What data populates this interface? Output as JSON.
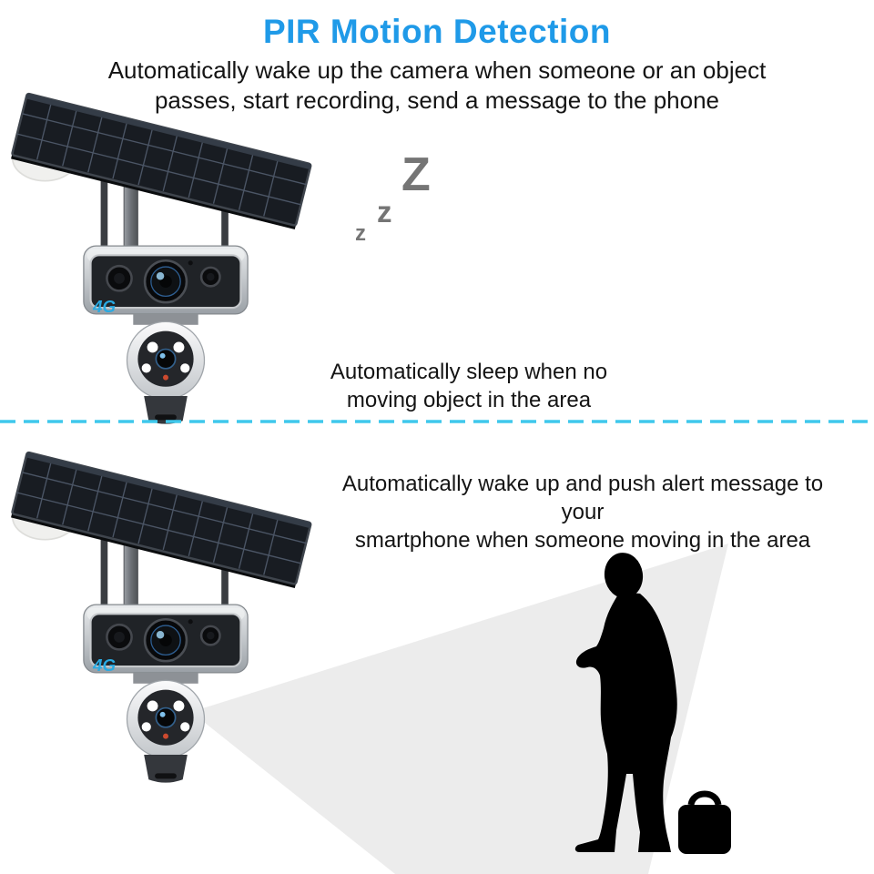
{
  "header": {
    "title": "PIR Motion Detection",
    "subtitle_line1": "Automatically wake up the camera when someone or an object",
    "subtitle_line2": "passes, start recording, send a message to the phone"
  },
  "sleep_section": {
    "z_large": "Z",
    "z_medium": "z",
    "z_small": "z",
    "caption_line1": "Automatically sleep when no",
    "caption_line2": "moving object in the area"
  },
  "alert_section": {
    "caption_line1": "Automatically wake up and push alert message to your",
    "caption_line2": "smartphone when someone moving in the area"
  },
  "camera": {
    "badge": "4G"
  },
  "colors": {
    "title_blue": "#1F9AE8",
    "divider_cyan": "#3FC8EC",
    "badge_blue": "#29AAE2",
    "beam_gray": "#ECECEC",
    "silhouette_black": "#000000"
  }
}
